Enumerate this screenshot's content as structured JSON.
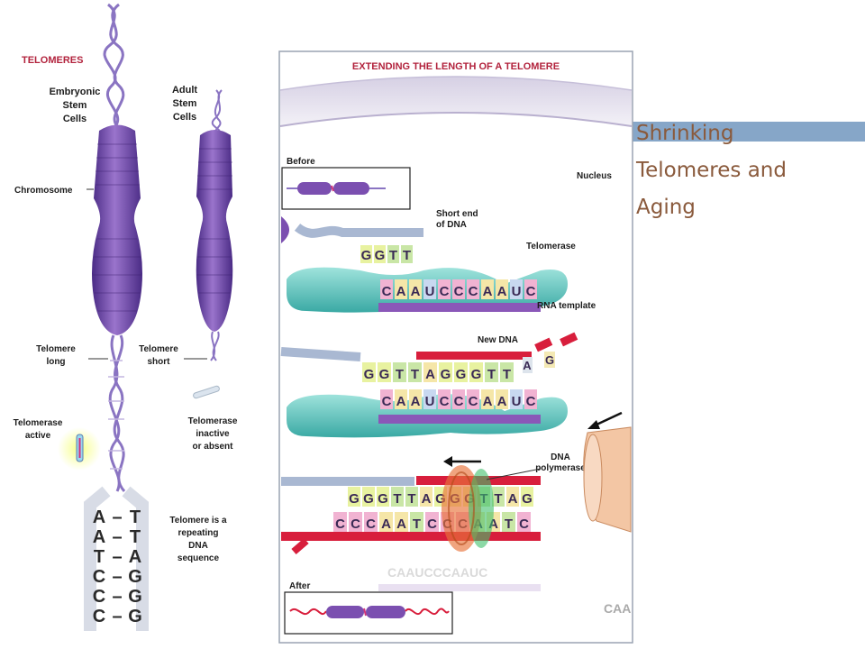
{
  "slide": {
    "title_lines": [
      "Shrinking",
      "Telomeres and",
      "Aging"
    ]
  },
  "left_panel": {
    "heading": "TELOMERES",
    "embryonic": [
      "Embryonic",
      "Stem",
      "Cells"
    ],
    "adult": [
      "Adult",
      "Stem",
      "Cells"
    ],
    "chromosome": "Chromosome",
    "telomere_long": [
      "Telomere",
      "long"
    ],
    "telomere_short": [
      "Telomere",
      "short"
    ],
    "telomerase_active": [
      "Telomerase",
      "active"
    ],
    "telomerase_inactive": [
      "Telomerase",
      "inactive",
      "or absent"
    ],
    "repeating": [
      "Telomere is a",
      "repeating",
      "DNA",
      "sequence"
    ],
    "pairs": [
      {
        "left": "A",
        "right": "T"
      },
      {
        "left": "A",
        "right": "T"
      },
      {
        "left": "T",
        "right": "A"
      },
      {
        "left": "C",
        "right": "G"
      },
      {
        "left": "C",
        "right": "G"
      },
      {
        "left": "C",
        "right": "G"
      }
    ]
  },
  "right_panel": {
    "heading": "EXTENDING THE LENGTH OF A TELOMERE",
    "before": "Before",
    "nucleus": "Nucleus",
    "short_end": [
      "Short end",
      "of DNA"
    ],
    "telomerase": "Telomerase",
    "rna_template": "RNA template",
    "new_dna": "New DNA",
    "dna_polymerase": [
      "DNA",
      "polymerase"
    ],
    "after": "After",
    "step1_top": [
      "G",
      "G",
      "T",
      "T"
    ],
    "step1_template": [
      "C",
      "A",
      "A",
      "U",
      "C",
      "C",
      "C",
      "A",
      "A",
      "U",
      "C"
    ],
    "step2_top": [
      "G",
      "G",
      "T",
      "T",
      "A",
      "G",
      "G",
      "G",
      "T",
      "T"
    ],
    "step2_loose": [
      "A",
      "G"
    ],
    "step2_template": [
      "C",
      "A",
      "A",
      "U",
      "C",
      "C",
      "C",
      "A",
      "A",
      "U",
      "C"
    ],
    "step3_top": [
      "G",
      "G",
      "G",
      "T",
      "T",
      "A",
      "G",
      "G",
      "G",
      "T",
      "T",
      "A",
      "G"
    ],
    "step3_bottom": [
      "C",
      "C",
      "C",
      "A",
      "A",
      "T",
      "C",
      "C",
      "C",
      "A",
      "A",
      "T",
      "C"
    ],
    "colors": {
      "chromosome": "#7b4fb0",
      "telomerase": "#5ec6c0",
      "template_bar": "#8a57b8",
      "new_dna": "#d81e3c",
      "polymerase_orange": "#e8733a",
      "polymerase_green": "#3fbf6a"
    }
  }
}
